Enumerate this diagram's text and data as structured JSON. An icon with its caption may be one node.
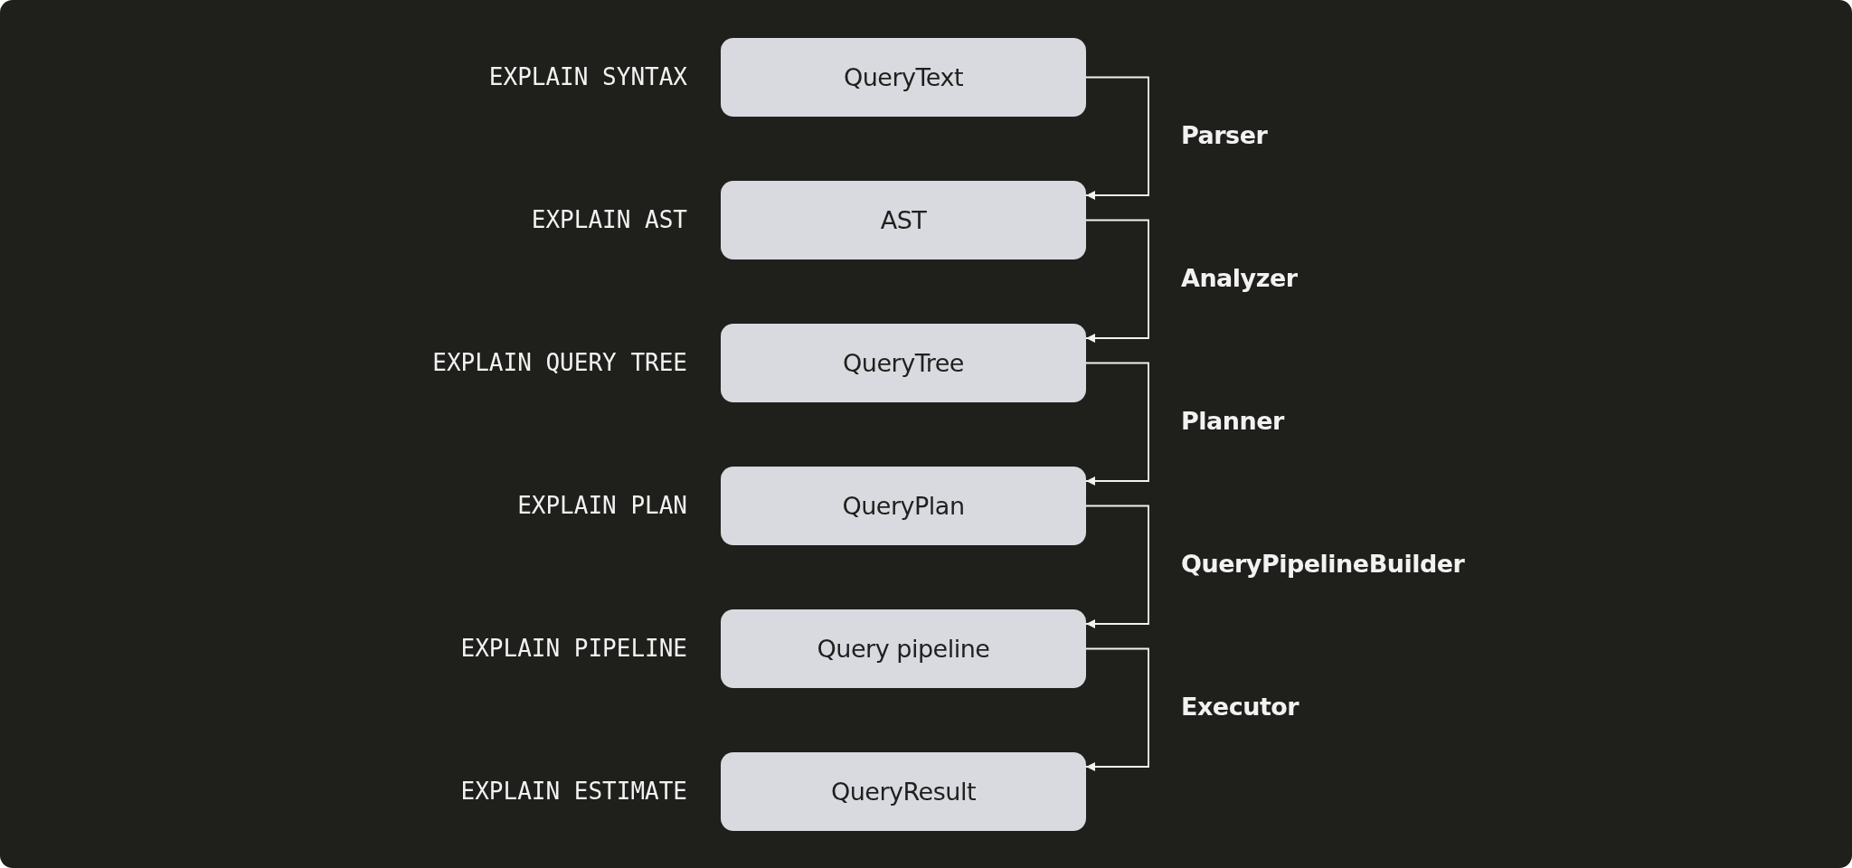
{
  "diagram": {
    "nodes": [
      {
        "text": [
          "QueryText"
        ],
        "beside": [
          "EXPLAIN SYNTAX"
        ]
      },
      {
        "text": [
          "AST"
        ],
        "beside": [
          "EXPLAIN AST"
        ]
      },
      {
        "text": [
          "QueryTree"
        ],
        "beside": [
          "EXPLAIN QUERY TREE"
        ]
      },
      {
        "text": [
          "QueryPlan"
        ],
        "beside": [
          "EXPLAIN PLAN"
        ]
      },
      {
        "text": [
          "Query pipeline"
        ],
        "beside": [
          "EXPLAIN PIPELINE"
        ]
      },
      {
        "text": [
          "QueryResult"
        ],
        "beside": [
          "EXPLAIN ESTIMATE"
        ]
      }
    ],
    "edges": [
      {
        "from": 0,
        "to": 1,
        "arrow": "to",
        "label": "Parser"
      },
      {
        "from": 1,
        "to": 2,
        "arrow": "to",
        "label": "Analyzer"
      },
      {
        "from": 2,
        "to": 3,
        "arrow": "to",
        "label": "Planner"
      },
      {
        "from": 3,
        "to": 4,
        "arrow": "to",
        "label": "QueryPipelineBuilder"
      },
      {
        "from": 4,
        "to": 5,
        "arrow": "to",
        "label": "Executor"
      }
    ]
  }
}
